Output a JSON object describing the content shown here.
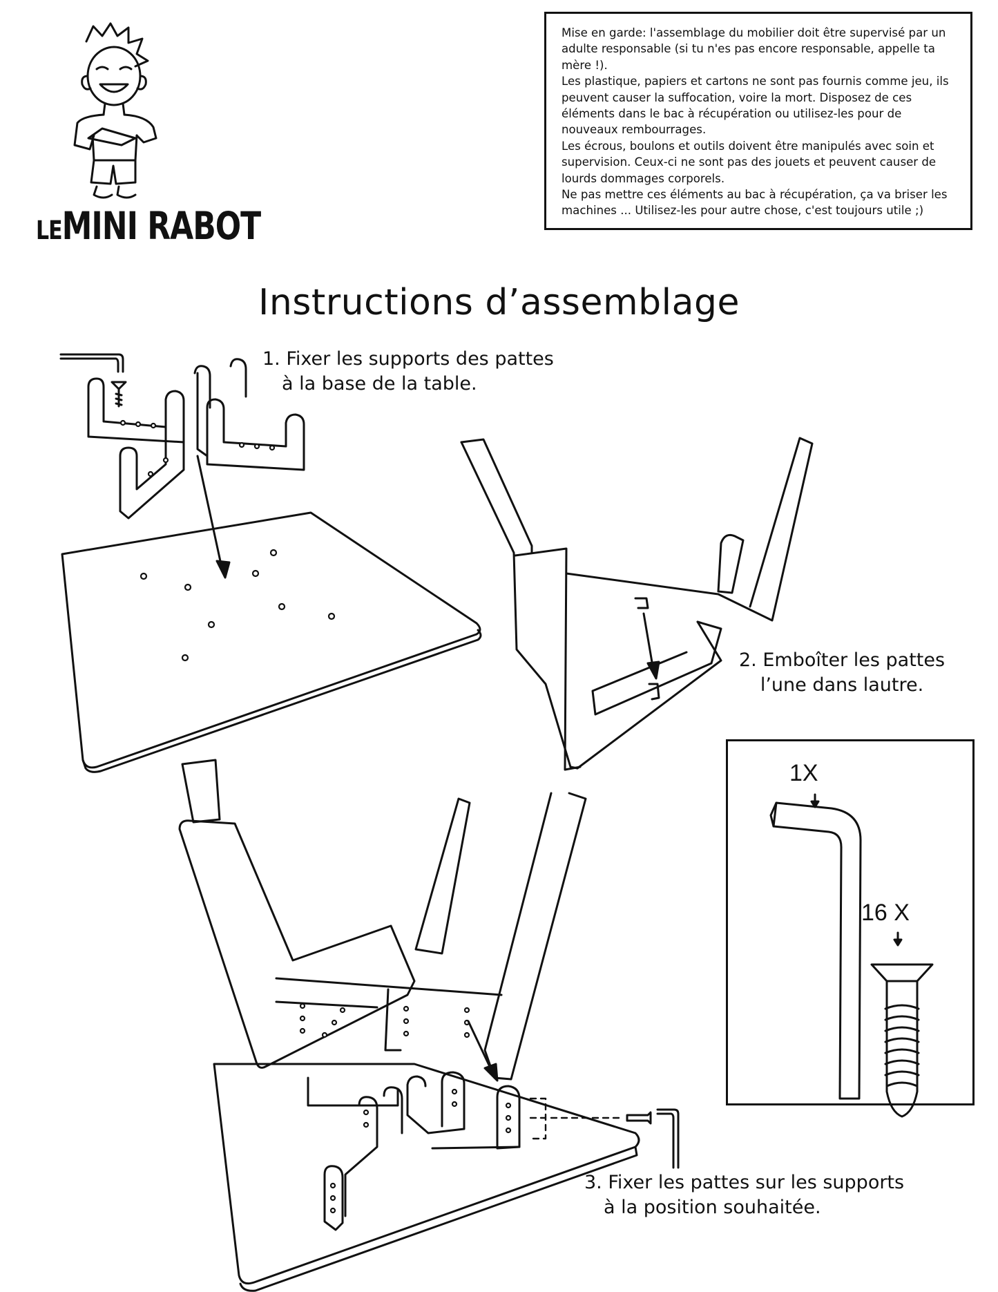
{
  "brand": {
    "logo_text_le": "LE",
    "logo_text_main": "MINI RABOT",
    "mascot": "smiling-boy-holding-plane-illustration"
  },
  "warning": {
    "paragraphs": [
      "Mise en garde:  l'assemblage du mobilier doit être supervisé par un adulte responsable (si tu n'es pas encore responsable, appelle ta mère !).",
      "Les plastique, papiers et cartons ne sont pas fournis comme jeu, ils peuvent causer la suffocation, voire la mort. Disposez de ces éléments dans le bac à récupération ou utilisez-les pour de nouveaux rembourrages.",
      "Les écrous, boulons et outils doivent être manipulés avec soin et supervision. Ceux-ci ne sont pas des jouets et peuvent causer de lourds dommages corporels.",
      "Ne pas mettre ces éléments au bac à récupération, ça va briser les machines ... Utilisez-les pour autre chose, c'est toujours utile ;)"
    ]
  },
  "title": "Instructions d’assemblage",
  "steps": [
    {
      "line1": "1. Fixer les supports des pattes",
      "line2": "à la base de la table."
    },
    {
      "line1": "2. Emboîter les pattes",
      "line2": "l’une dans lautre."
    },
    {
      "line1": "3. Fixer les pattes sur les supports",
      "line2": "à la position souhaitée."
    }
  ],
  "parts": {
    "allen_key_qty": "1X",
    "screw_qty": "16 X",
    "icons": [
      "allen-key-icon",
      "screw-icon"
    ]
  },
  "colors": {
    "ink": "#111111",
    "paper": "#ffffff"
  }
}
